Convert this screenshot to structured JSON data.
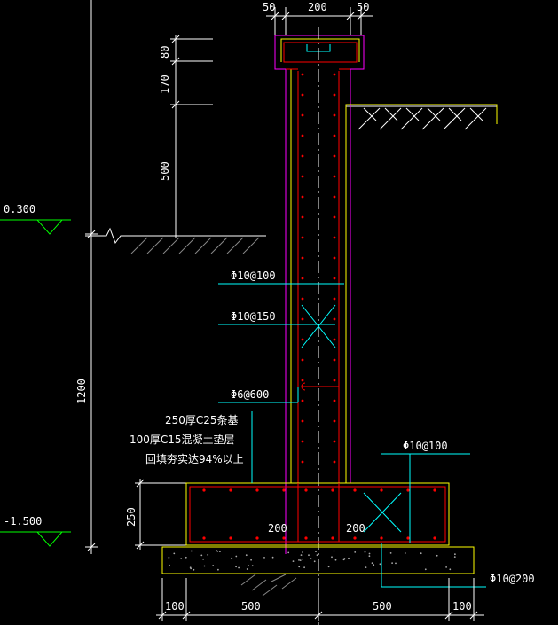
{
  "drawing": {
    "top_dims": [
      "50",
      "200",
      "50"
    ],
    "left_dims": [
      "80",
      "170",
      "500",
      "1200"
    ],
    "elev_top": "0.300",
    "elev_bottom": "-1.500",
    "rebar": {
      "r1": "Φ10@100",
      "r2": "Φ10@150",
      "r3": "Φ6@600",
      "r4": "Φ10@100",
      "r5": "Φ10@200"
    },
    "notes": [
      "250厚C25条基",
      "100厚C15混凝土垫层",
      "回填夯实达94%以上"
    ],
    "footing_height": "250",
    "footing_inner": [
      "200",
      "200"
    ],
    "bottom_dims": [
      "100",
      "500",
      "500",
      "100"
    ]
  },
  "colors": {
    "background": "#000000",
    "dimension": "#ffffff",
    "leader": "#00ffff",
    "concrete": "#ffff00",
    "rebar": "#ff0000",
    "wall_outline": "#ff00ff",
    "centerline": "#ffffff"
  }
}
